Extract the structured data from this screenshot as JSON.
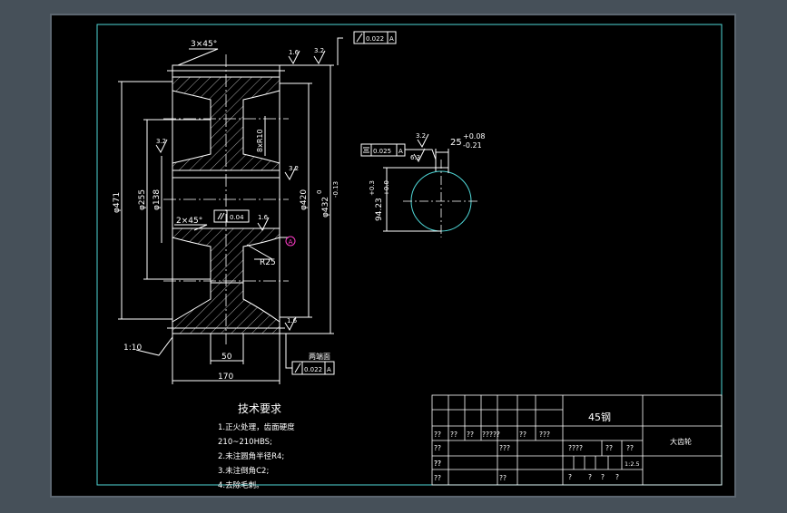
{
  "drawing": {
    "colors": {
      "background": "#465059",
      "paper": "#000000",
      "outline": "#ffffff",
      "dimension": "#ffffff",
      "centerline": "#ffffff",
      "border": "#4fd7d7",
      "hatch": "#cfcfcf",
      "datum": "#ff3cc8"
    },
    "dimensions": {
      "chamfer_top": "3×45°",
      "chamfer_bore": "2×45°",
      "runout_top": "0.022",
      "runout_top_datum": "A",
      "runout_bottom": "0.022",
      "runout_bottom_datum": "A",
      "runout_bottom_note": "两端面",
      "parallel_bore": "0.04",
      "rough_1_6": "1.6",
      "rough_3_2": "3.2",
      "dia_471": "φ471",
      "dia_255": "φ255",
      "dia_138": "φ138",
      "dia_420": "φ420",
      "dia_432": "φ432",
      "tol_432_upper": "0",
      "tol_432_lower": "-0.13",
      "web_width": "8xR10",
      "r25": "R25",
      "datum_a": "A",
      "taper": "1:10",
      "dim_50": "50",
      "dim_170": "170",
      "key_width": "25",
      "key_tol_upper": "+0.08",
      "key_tol_lower": "-0.21",
      "key_depth": "94.23",
      "key_depth_upper": "+0.3",
      "key_depth_lower": "+0.0",
      "symmetry": "0.025",
      "symmetry_datum": "A",
      "rough_key": "3.2",
      "rough_key2": "6.3"
    },
    "tech": {
      "title": "技术要求",
      "lines": [
        "1.正火处理，齿面硬度",
        "210~210HBS;",
        "2.未注圆角半径R4;",
        "3.未注倒角C2;",
        "4.去除毛刺。"
      ]
    },
    "title_block": {
      "material": "45钢",
      "part_name": "大齿轮",
      "scale": "1:2.5",
      "row1": [
        "??",
        "??",
        "??",
        "?????",
        "??",
        "???"
      ],
      "row2": [
        "??",
        "???"
      ],
      "row3": [
        "??",
        "????",
        "??",
        "??"
      ],
      "row4": [
        "??",
        "?",
        "?",
        "?",
        "?"
      ],
      "row5": [
        "??",
        "??"
      ]
    }
  }
}
